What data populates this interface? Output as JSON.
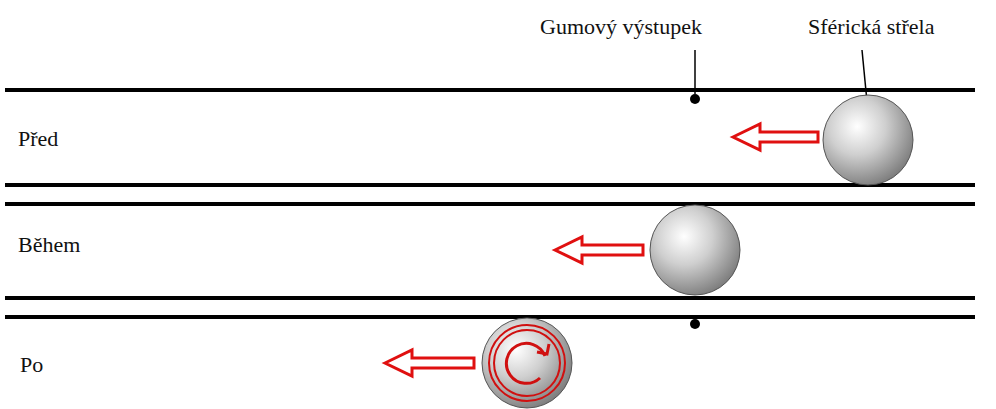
{
  "diagram": {
    "labels": [
      "Gumový výstupek",
      "Sférická střela",
      "Před",
      "Během",
      "Po"
    ]
  }
}
